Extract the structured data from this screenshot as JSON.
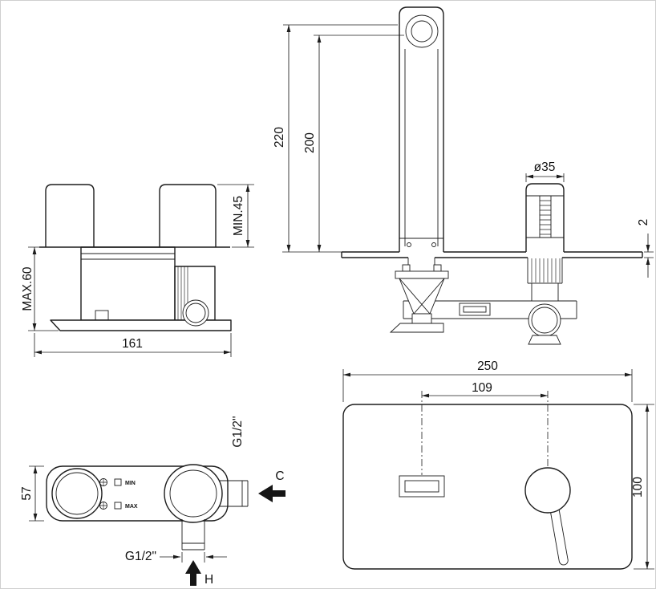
{
  "drawing": {
    "view_body_side": {
      "dim_max_depth": "MAX.60",
      "dim_min_depth": "MIN.45",
      "dim_length": "161"
    },
    "view_elevation": {
      "dim_spout_height": "220",
      "dim_outlet_height": "200",
      "dim_handle_diameter": "ø35",
      "dim_plate_thickness": "2"
    },
    "view_body_top": {
      "dim_depth": "57",
      "thread_side": "G1/2\"",
      "thread_bottom": "G1/2\"",
      "cold_label": "C",
      "hot_label": "H",
      "min_label": "MIN",
      "max_label": "MAX"
    },
    "view_plate_front": {
      "dim_plate_width": "250",
      "dim_centre_distance": "109",
      "dim_plate_height": "100"
    }
  }
}
